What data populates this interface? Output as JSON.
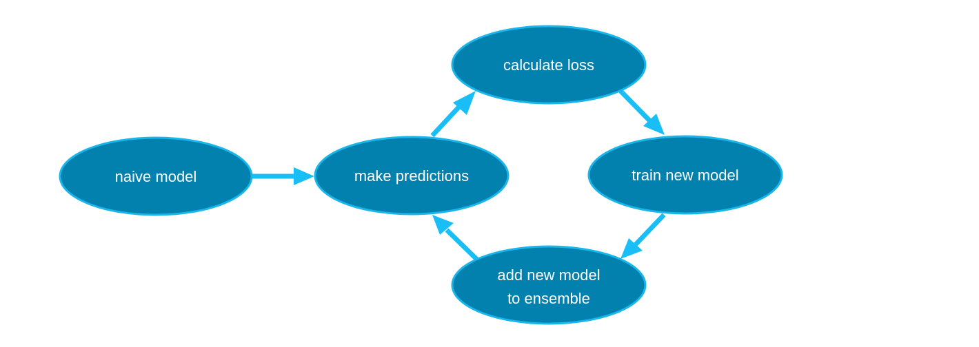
{
  "colors": {
    "node_fill": "#0280AE",
    "node_stroke": "#1AB6EA",
    "arrow": "#18BEF5",
    "label_text": "#ffffff",
    "background": "#ffffff"
  },
  "nodes": [
    {
      "id": "naive-model",
      "lines": [
        "naive model"
      ]
    },
    {
      "id": "make-predictions",
      "lines": [
        "make predictions"
      ]
    },
    {
      "id": "calculate-loss",
      "lines": [
        "calculate loss"
      ]
    },
    {
      "id": "train-new-model",
      "lines": [
        "train new model"
      ]
    },
    {
      "id": "add-new-model-to-ensemble",
      "lines": [
        "add new model",
        "to ensemble"
      ]
    }
  ],
  "edges": [
    {
      "from": "naive-model",
      "to": "make-predictions"
    },
    {
      "from": "make-predictions",
      "to": "calculate-loss"
    },
    {
      "from": "calculate-loss",
      "to": "train-new-model"
    },
    {
      "from": "train-new-model",
      "to": "add-new-model-to-ensemble"
    },
    {
      "from": "add-new-model-to-ensemble",
      "to": "make-predictions"
    }
  ]
}
